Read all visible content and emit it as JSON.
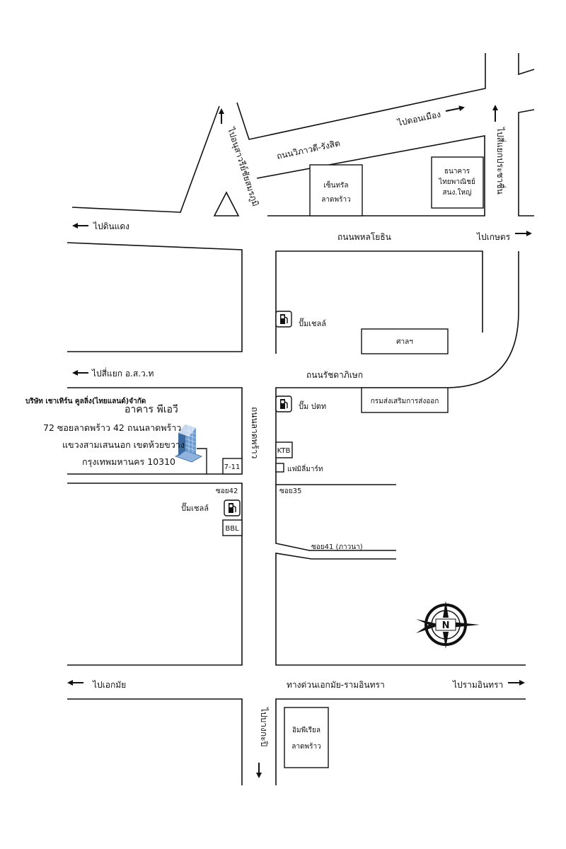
{
  "roads": {
    "vibhavadi": "ถนนวิภาวดี-รังสิต",
    "phaholyothin": "ถนนพหลโยธิน",
    "ratchadaphisek": "ถนนรัชดาภิเษก",
    "lat_phrao": "ถนนลาดพร้าว",
    "expressway": "ทางด่วนเอกมัย-รามอินทรา",
    "soi41": "ซอย41 (ภาวนา)",
    "soi42": "ซอย42",
    "soi35": "ซอย35"
  },
  "directions": {
    "don_mueang": "ไปดอนเมือง",
    "victory_monument": "ไปอนุสาวรีย์ชัยสมรภูมิ",
    "pracha_chuen": "ไปสี่แยกประชาชื่น",
    "din_daeng": "ไปดินแดง",
    "kaset": "ไปเกษตร",
    "ortorkor": "ไปสี่แยก อ.ส.ว.ท",
    "ekkamai": "ไปเอกมัย",
    "ram_inthra": "ไปรามอินทรา",
    "bang_kapi": "ไปบางกะปิ"
  },
  "places": {
    "central": [
      "เซ็นทรัล",
      "ลาดพร้าว"
    ],
    "scb": [
      "ธนาคาร",
      "ไทยพาณิชย์",
      "สนง.ใหญ่"
    ],
    "court": "ศาลฯ",
    "export_dept": "กรมส่งเสริมการส่งออก",
    "shell_north": "ปั๊มเชลล์",
    "ptt": "ปั๊ม ปตท",
    "shell_south": "ปั๊มเชลล์",
    "ktb": "KTB",
    "familymart": "แฟมิลี่มาร์ท",
    "seven_eleven": "7-11",
    "bbl": "BBL",
    "imperial": [
      "อิมพีเรียล",
      "ลาดพร้าว"
    ]
  },
  "company": {
    "name": "บริษัท เชาเทิร์น คูลลิ่ง(ไทยแลนด์)จำกัด",
    "building": "อาคาร พีเอวี",
    "address_line1": "72 ซอยลาดพร้าว 42 ถนนลาดพร้าว",
    "address_line2": "แขวงสามเสนนอก เขตห้วยขวาง",
    "address_line3": "กรุงเทพมหานคร 10310"
  },
  "compass": {
    "letter": "N",
    "icon": "compass-rose-icon"
  },
  "icons": {
    "fuel": "fuel-pump-icon",
    "arrow": "arrow-icon",
    "building": "office-building-icon"
  },
  "colors": {
    "line": "#111111",
    "building": "#5b8fc7",
    "background": "#ffffff"
  }
}
